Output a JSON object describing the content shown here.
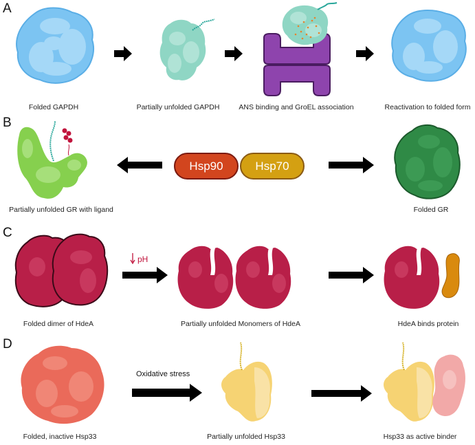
{
  "panels": {
    "A": {
      "label": "A",
      "captions": [
        "Folded GAPDH",
        "Partially unfolded GAPDH",
        "ANS binding and GroEL association",
        "Reactivation to folded form"
      ]
    },
    "B": {
      "label": "B",
      "captions": [
        "Partially unfolded GR with ligand",
        "Folded GR"
      ],
      "chaperones": [
        "Hsp90",
        "Hsp70"
      ]
    },
    "C": {
      "label": "C",
      "captions": [
        "Folded dimer of HdeA",
        "Partially unfolded Monomers of HdeA",
        "HdeA binds protein"
      ],
      "arrow_label": "pH"
    },
    "D": {
      "label": "D",
      "captions": [
        "Folded, inactive Hsp33",
        "Partially unfolded Hsp33",
        "Hsp33 as active binder"
      ],
      "arrow_label": "Oxidative stress"
    }
  },
  "colors": {
    "gapdh_folded": "#7cc4f2",
    "gapdh_unfolded": "#8fd6c4",
    "groel": "#8e44ad",
    "gr_unfolded": "#86d04e",
    "gr_folded": "#2f8a46",
    "hsp90": "#d2451e",
    "hsp70": "#d4a012",
    "hdea": "#b81f48",
    "client_c": "#d98a0e",
    "hsp33_folded": "#ea6a5a",
    "hsp33_unfolded": "#f6d373",
    "client_d": "#f2a9a8",
    "ligand": "#c0143c"
  }
}
